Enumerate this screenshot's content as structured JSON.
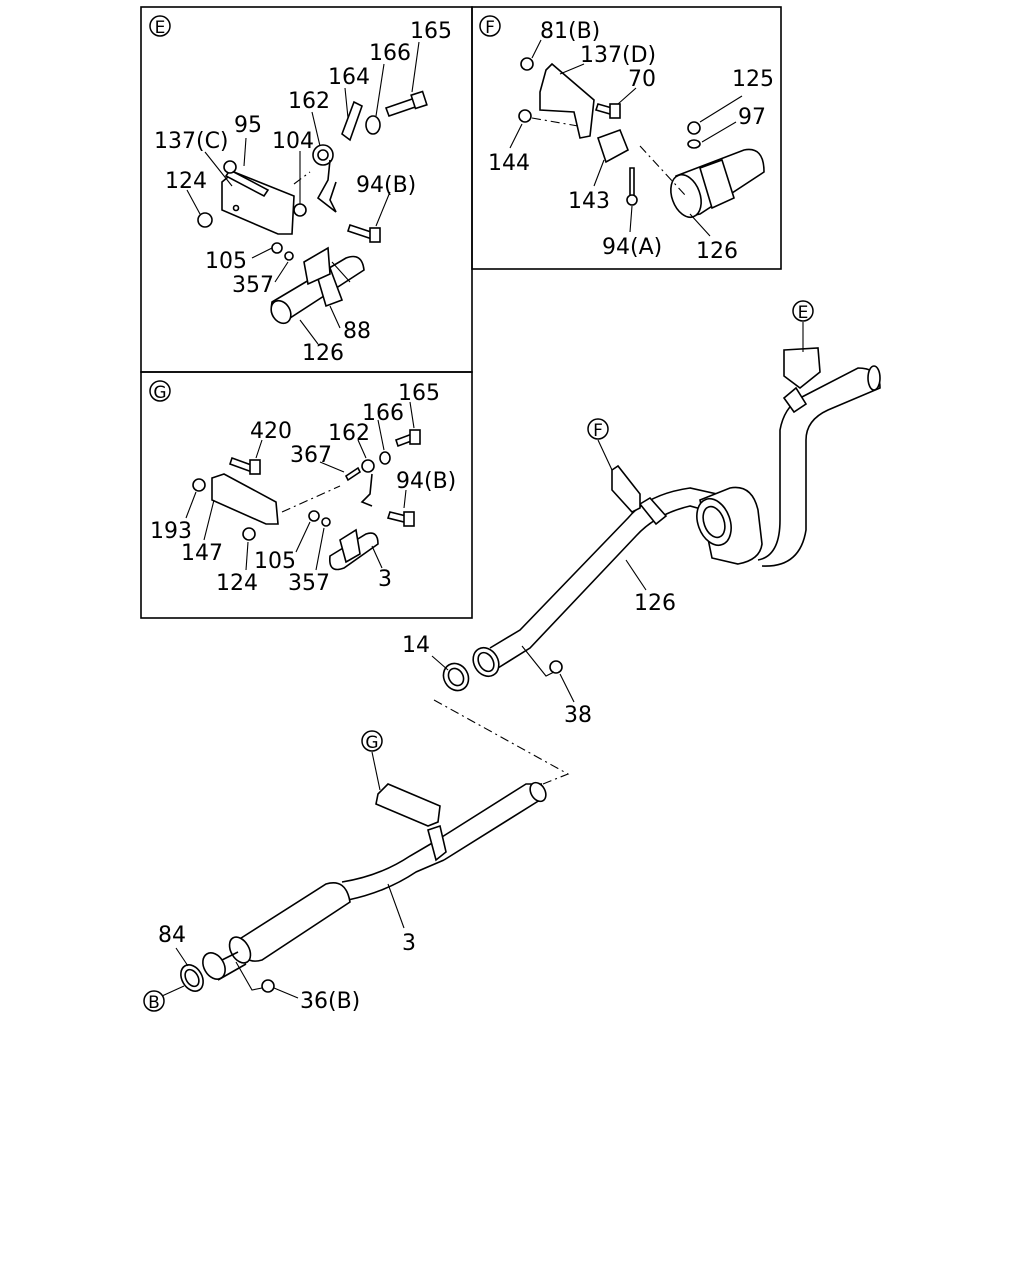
{
  "panels": {
    "E": {
      "letter": "E",
      "labels": [
        "165",
        "166",
        "164",
        "162",
        "95",
        "104",
        "137(C)",
        "124",
        "94(B)",
        "105",
        "357",
        "88",
        "126"
      ]
    },
    "F": {
      "letter": "F",
      "labels": [
        "81(B)",
        "137(D)",
        "70",
        "125",
        "97",
        "144",
        "143",
        "94(A)",
        "126"
      ]
    },
    "G": {
      "letter": "G",
      "labels": [
        "165",
        "420",
        "166",
        "162",
        "367",
        "94(B)",
        "193",
        "147",
        "105",
        "124",
        "357",
        "3"
      ]
    }
  },
  "main": {
    "refs": [
      "E",
      "F",
      "G",
      "B"
    ],
    "labels": [
      "126",
      "14",
      "38",
      "3",
      "84",
      "36(B)"
    ]
  }
}
